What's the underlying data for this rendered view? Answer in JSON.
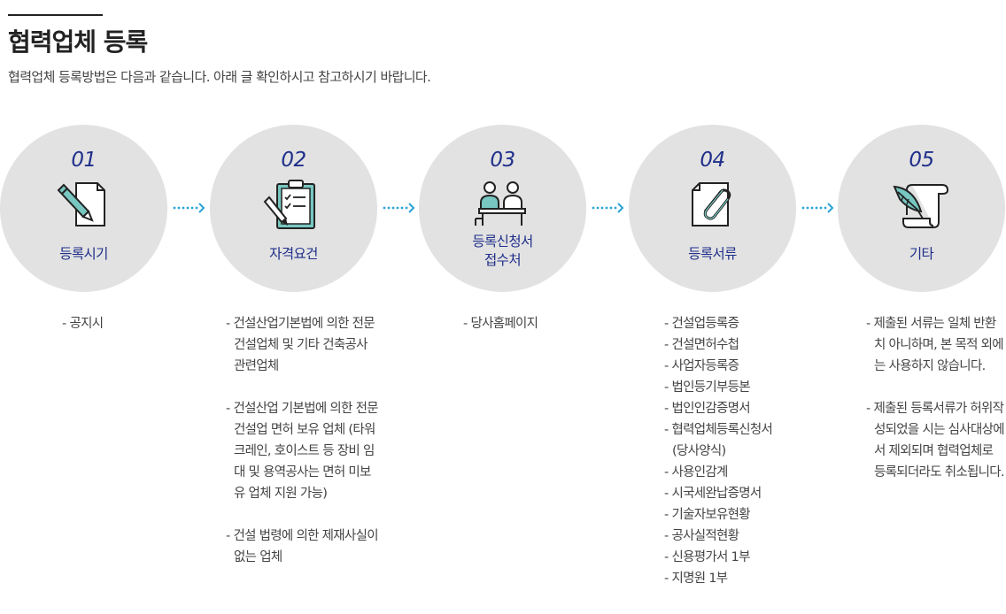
{
  "page": {
    "title": "협력업체 등록",
    "description": "협력업체 등록방법은 다음과 같습니다. 아래 글 확인하시고 참고하시기 바랍니다."
  },
  "colors": {
    "accent": "#1f2f8a",
    "circle": "#e2e2e2",
    "arrow": "#2aa3d6",
    "icon_fill": "#78c7c1"
  },
  "steps": [
    {
      "number": "01",
      "label": "등록시기",
      "icon": "pen-document-icon",
      "details": [
        "- 공지시"
      ]
    },
    {
      "number": "02",
      "label": "자격요건",
      "icon": "clipboard-checklist-icon",
      "details": [
        "- 건설산업기본법에 의한 전문건설업체 및 기타 건축공사 관련업체",
        "- 건설산업 기본법에 의한 전문건설업 면허 보유 업체 (타워크레인, 호이스트 등 장비 임대 및 용역공사는 면허 미보유 업체 지원 가능)",
        "- 건설 법령에 의한 제재사실이 없는 업체"
      ]
    },
    {
      "number": "03",
      "label": "등록신청서\n접수처",
      "icon": "people-desk-icon",
      "details": [
        "- 당사홈페이지"
      ]
    },
    {
      "number": "04",
      "label": "등록서류",
      "icon": "paperclip-document-icon",
      "details": [
        "- 건설업등록증",
        "- 건설면허수첩",
        "- 사업자등록증",
        "- 법인등기부등본",
        "- 법인인감증명서",
        "- 협력업체등록신청서 (당사양식)",
        "- 사용인감계",
        "- 시국세완납증명서",
        "- 기술자보유현황",
        "- 공사실적현황",
        "- 신용평가서 1부",
        "- 지명원 1부"
      ]
    },
    {
      "number": "05",
      "label": "기타",
      "icon": "feather-scroll-icon",
      "details": [
        "- 제출된 서류는 일체 반환치 아니하며, 본 목적 외에는 사용하지 않습니다.",
        "- 제출된 등록서류가 허위작성되었을 시는 심사대상에서 제외되며 협력업체로 등록되더라도 취소됩니다."
      ]
    }
  ]
}
